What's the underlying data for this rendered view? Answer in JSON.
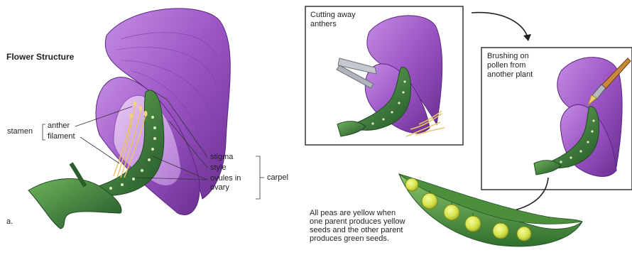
{
  "title": "Flower Structure",
  "panel_letter": "a.",
  "labels": {
    "stamen": "stamen",
    "anther": "anther",
    "filament": "filament",
    "stigma": "stigma",
    "style": "style",
    "ovules_line1": "ovules in",
    "ovules_line2": "ovary",
    "carpel": "carpel"
  },
  "steps": {
    "cutting_line1": "Cutting away",
    "cutting_line2": "anthers",
    "brushing_line1": "Brushing on",
    "brushing_line2": "pollen from",
    "brushing_line3": "another plant"
  },
  "caption": {
    "line1": "All peas are yellow when",
    "line2": "one parent produces yellow",
    "line3": "seeds and the other parent",
    "line4": "produces green seeds."
  },
  "colors": {
    "petal": "#9b55c4",
    "petal_dark": "#6c2f93",
    "petal_light": "#d4a7ea",
    "sepal": "#3f8a3c",
    "sepal_dark": "#23562a",
    "stamen": "#e8c46a",
    "pea": "#d6e44a",
    "pod": "#5aa046"
  }
}
